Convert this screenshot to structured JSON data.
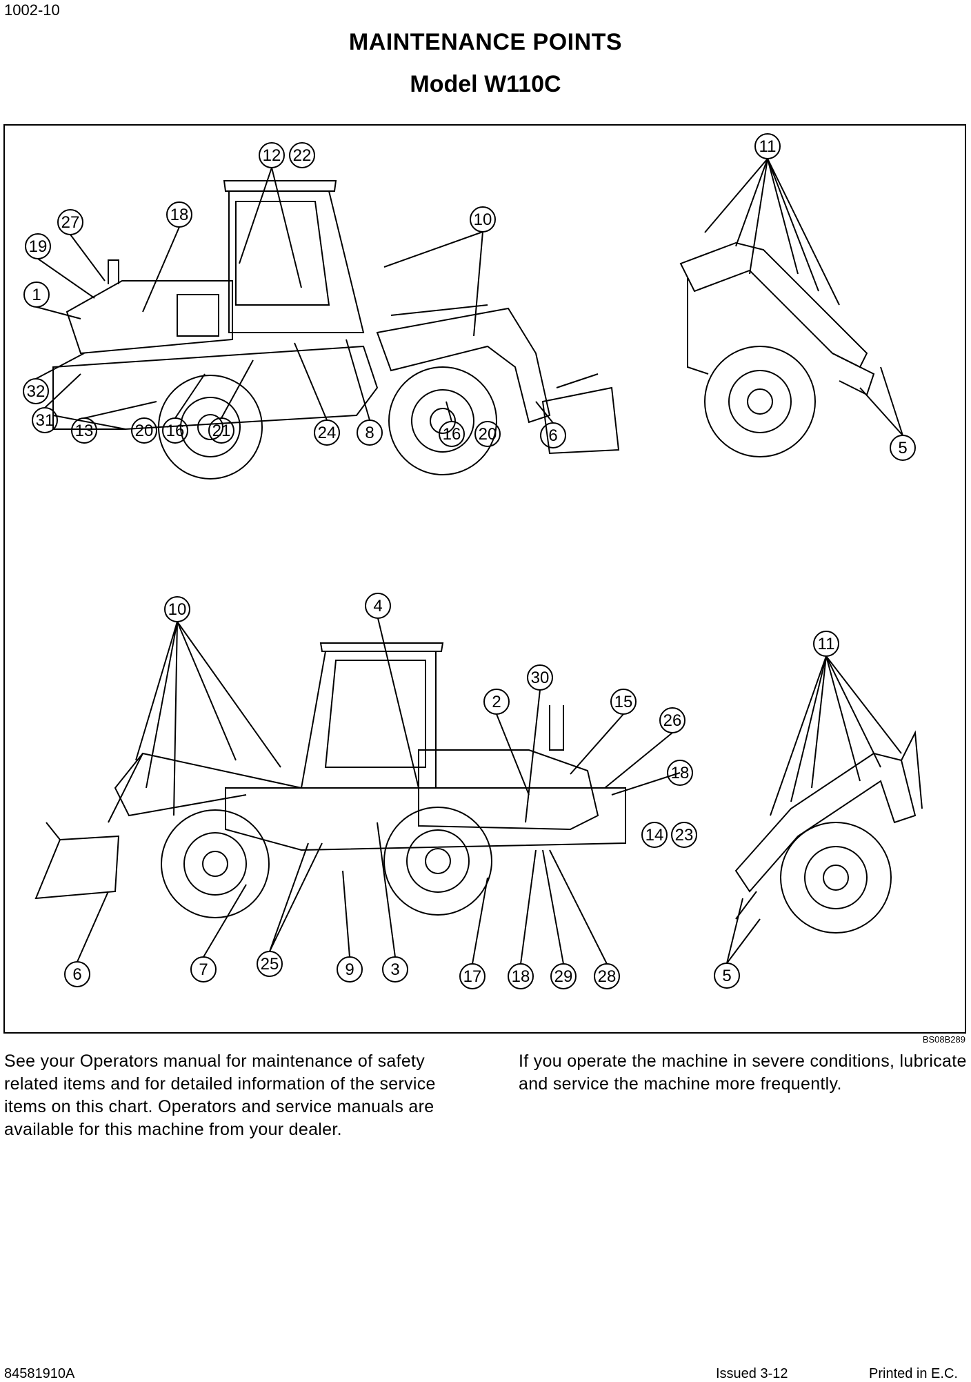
{
  "page_number": "1002-10",
  "title": "MAINTENANCE POINTS",
  "subtitle": "Model W110C",
  "figure_code": "BS08B289",
  "paragraph_left": "See your Operators manual for maintenance of safety related items and for detailed information of the service items on this chart. Operators and service manuals are available for this machine from your dealer.",
  "paragraph_right": "If you operate the machine in severe conditions, lubricate and service the machine more frequently.",
  "footer": {
    "part_number": "84581910A",
    "issued": "Issued 3-12",
    "printed": "Printed in E.C."
  },
  "callouts": {
    "side_left": [
      "12",
      "22",
      "27",
      "18",
      "19",
      "1",
      "10",
      "32",
      "31",
      "13",
      "20",
      "16",
      "21",
      "24",
      "8",
      "16",
      "20",
      "6"
    ],
    "rear_top": [
      "11",
      "5"
    ],
    "side_right": [
      "10",
      "4",
      "30",
      "2",
      "15",
      "26",
      "18",
      "14",
      "23",
      "6",
      "7",
      "25",
      "9",
      "3",
      "17",
      "18",
      "29",
      "28"
    ],
    "front_bottom": [
      "11",
      "5"
    ]
  }
}
